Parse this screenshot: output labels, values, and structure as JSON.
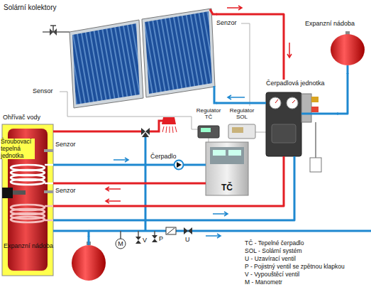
{
  "diagram": {
    "nodes": [
      {
        "text": [
          "Solární kolektory"
        ]
      },
      {
        "text": [
          "Expanzní nádoba"
        ]
      },
      {
        "text": [
          "Čerpadlová jednotka"
        ]
      },
      {
        "text": [
          "Regulátor TČ"
        ]
      },
      {
        "text": [
          "Regulátor SOL"
        ]
      },
      {
        "text": [
          "Ohřívač vody"
        ]
      },
      {
        "text": [
          "TČ"
        ]
      },
      {
        "text": [
          "Expanzní nádoba"
        ]
      }
    ],
    "edges": [
      {
        "from": 0,
        "to": 2,
        "arrow": "none"
      },
      {
        "from": 2,
        "to": 0,
        "arrow": "none"
      },
      {
        "from": 2,
        "to": 1,
        "arrow": "none"
      },
      {
        "from": 2,
        "to": 5,
        "arrow": "none"
      },
      {
        "from": 5,
        "to": 2,
        "arrow": "none"
      },
      {
        "from": 6,
        "to": 5,
        "arrow": "none"
      },
      {
        "from": 5,
        "to": 6,
        "arrow": "none"
      },
      {
        "from": 7,
        "to": 5,
        "arrow": "none"
      }
    ],
    "labels": [
      "Senzor",
      "Sensor",
      "Senzor",
      "Senzor",
      "Šroubovací tepelná jednotka",
      "Čerpadlo",
      "M",
      "V",
      "P",
      "U"
    ],
    "legend": [
      {
        "text": "TČ - Tepelné čerpadlo"
      },
      {
        "text": "SOL - Solární systém"
      },
      {
        "text": "U - Uzavírací ventil"
      },
      {
        "text": "P - Pojistný ventil se zpětnou klapkou"
      },
      {
        "text": "V - Vypouštěcí ventil"
      },
      {
        "text": "M - Manometr"
      }
    ]
  }
}
